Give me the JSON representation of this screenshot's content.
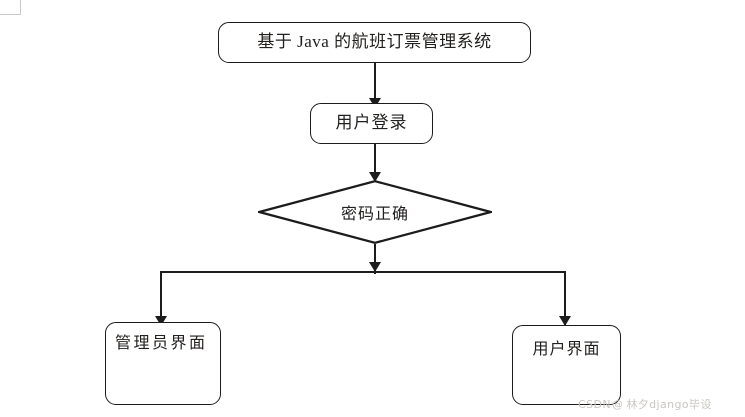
{
  "diagram": {
    "type": "flowchart",
    "title_node": {
      "label": "基于 Java 的航班订票管理系统",
      "shape": "rounded-rectangle"
    },
    "login_node": {
      "label": "用户登录",
      "shape": "rounded-rectangle"
    },
    "decision_node": {
      "label": "密码正确",
      "shape": "diamond"
    },
    "admin_node": {
      "label": "管理员界面",
      "shape": "rounded-rectangle"
    },
    "user_node": {
      "label": "用户界面",
      "shape": "rounded-rectangle"
    },
    "edges": [
      {
        "from": "title_node",
        "to": "login_node",
        "label": ""
      },
      {
        "from": "login_node",
        "to": "decision_node",
        "label": ""
      },
      {
        "from": "decision_node",
        "to": "admin_node",
        "label": ""
      },
      {
        "from": "decision_node",
        "to": "user_node",
        "label": ""
      }
    ],
    "colors": {
      "background": "#ffffff",
      "stroke": "#1c1c1c",
      "text": "#23211f",
      "watermark": "#c9c6c2",
      "frame": "#c8c8c8"
    }
  },
  "watermark": {
    "brand": "CSDN",
    "at": "@",
    "author": "林夕django毕设"
  }
}
